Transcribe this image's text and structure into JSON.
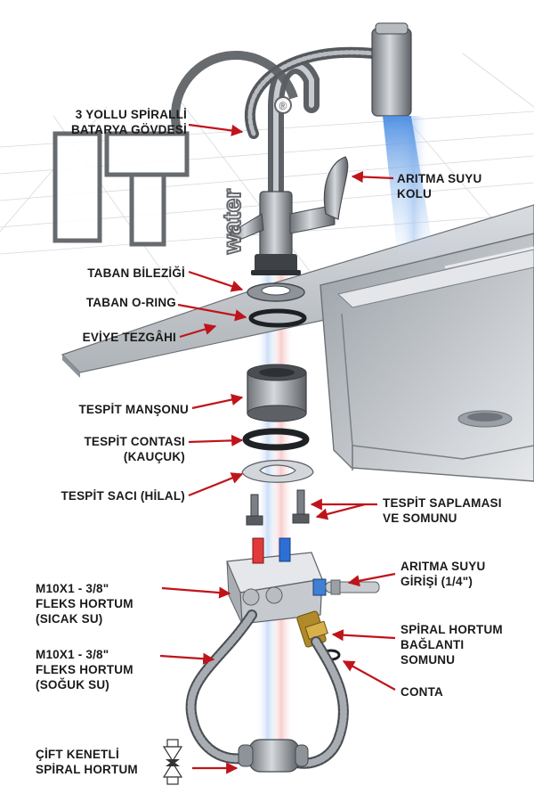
{
  "logo": {
    "text": "water",
    "registered": "®"
  },
  "labels": {
    "faucet_body": [
      "3 YOLLU SPİRALLİ",
      "BATARYA GÖVDESİ"
    ],
    "purified_lever": [
      "ARITMA SUYU",
      "KOLU"
    ],
    "base_collar": [
      "TABAN BİLEZİĞİ"
    ],
    "base_oring": [
      "TABAN O-RING"
    ],
    "countertop": [
      "EVİYE TEZGÂHI"
    ],
    "fixing_sleeve": [
      "TESPİT MANŞONU"
    ],
    "fixing_gasket": [
      "TESPİT CONTASI",
      "(KAUÇUK)"
    ],
    "fixing_plate": [
      "TESPİT SACI (HİLAL)"
    ],
    "fixing_stud": [
      "TESPİT SAPLAMASI",
      "VE SOMUNU"
    ],
    "purified_inlet": [
      "ARITMA SUYU",
      "GİRİŞİ (1/4\")"
    ],
    "hot_hose": [
      "M10X1 - 3/8\"",
      "FLEKS HORTUM",
      "(SICAK SU)"
    ],
    "spiral_nut": [
      "SPİRAL HORTUM",
      "BAĞLANTI",
      "SOMUNU"
    ],
    "cold_hose": [
      "M10X1 - 3/8\"",
      "FLEKS HORTUM",
      "(SOĞUK SU)"
    ],
    "seal": [
      "CONTA"
    ],
    "double_clamp_hose": [
      "ÇİFT KENETLİ",
      "SPİRAL HORTUM"
    ]
  },
  "colors": {
    "arrow": "#c0141b",
    "hot": "#e23a3a",
    "cold": "#2e6fd6",
    "steel": "#8e9399",
    "steel_dark": "#55595e",
    "sink": "#c9cdd2",
    "logo": "#5b5e62"
  }
}
